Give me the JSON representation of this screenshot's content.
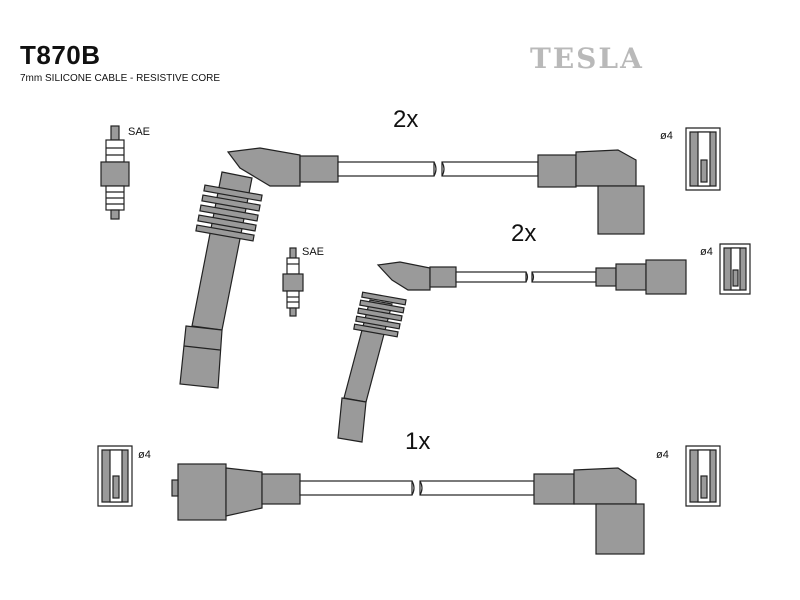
{
  "header": {
    "part_number": "T870B",
    "description": "7mm SILICONE CABLE - RESISTIVE CORE",
    "brand": "TESLA"
  },
  "quantities": {
    "top_lead": "2x",
    "middle_lead": "2x",
    "bottom_lead": "1x"
  },
  "labels": {
    "sae_top": "SAE",
    "sae_middle": "SAE",
    "dia_top_right": "ø4",
    "dia_middle_right": "ø4",
    "dia_bottom_left": "ø4",
    "dia_bottom_right": "ø4"
  }
}
